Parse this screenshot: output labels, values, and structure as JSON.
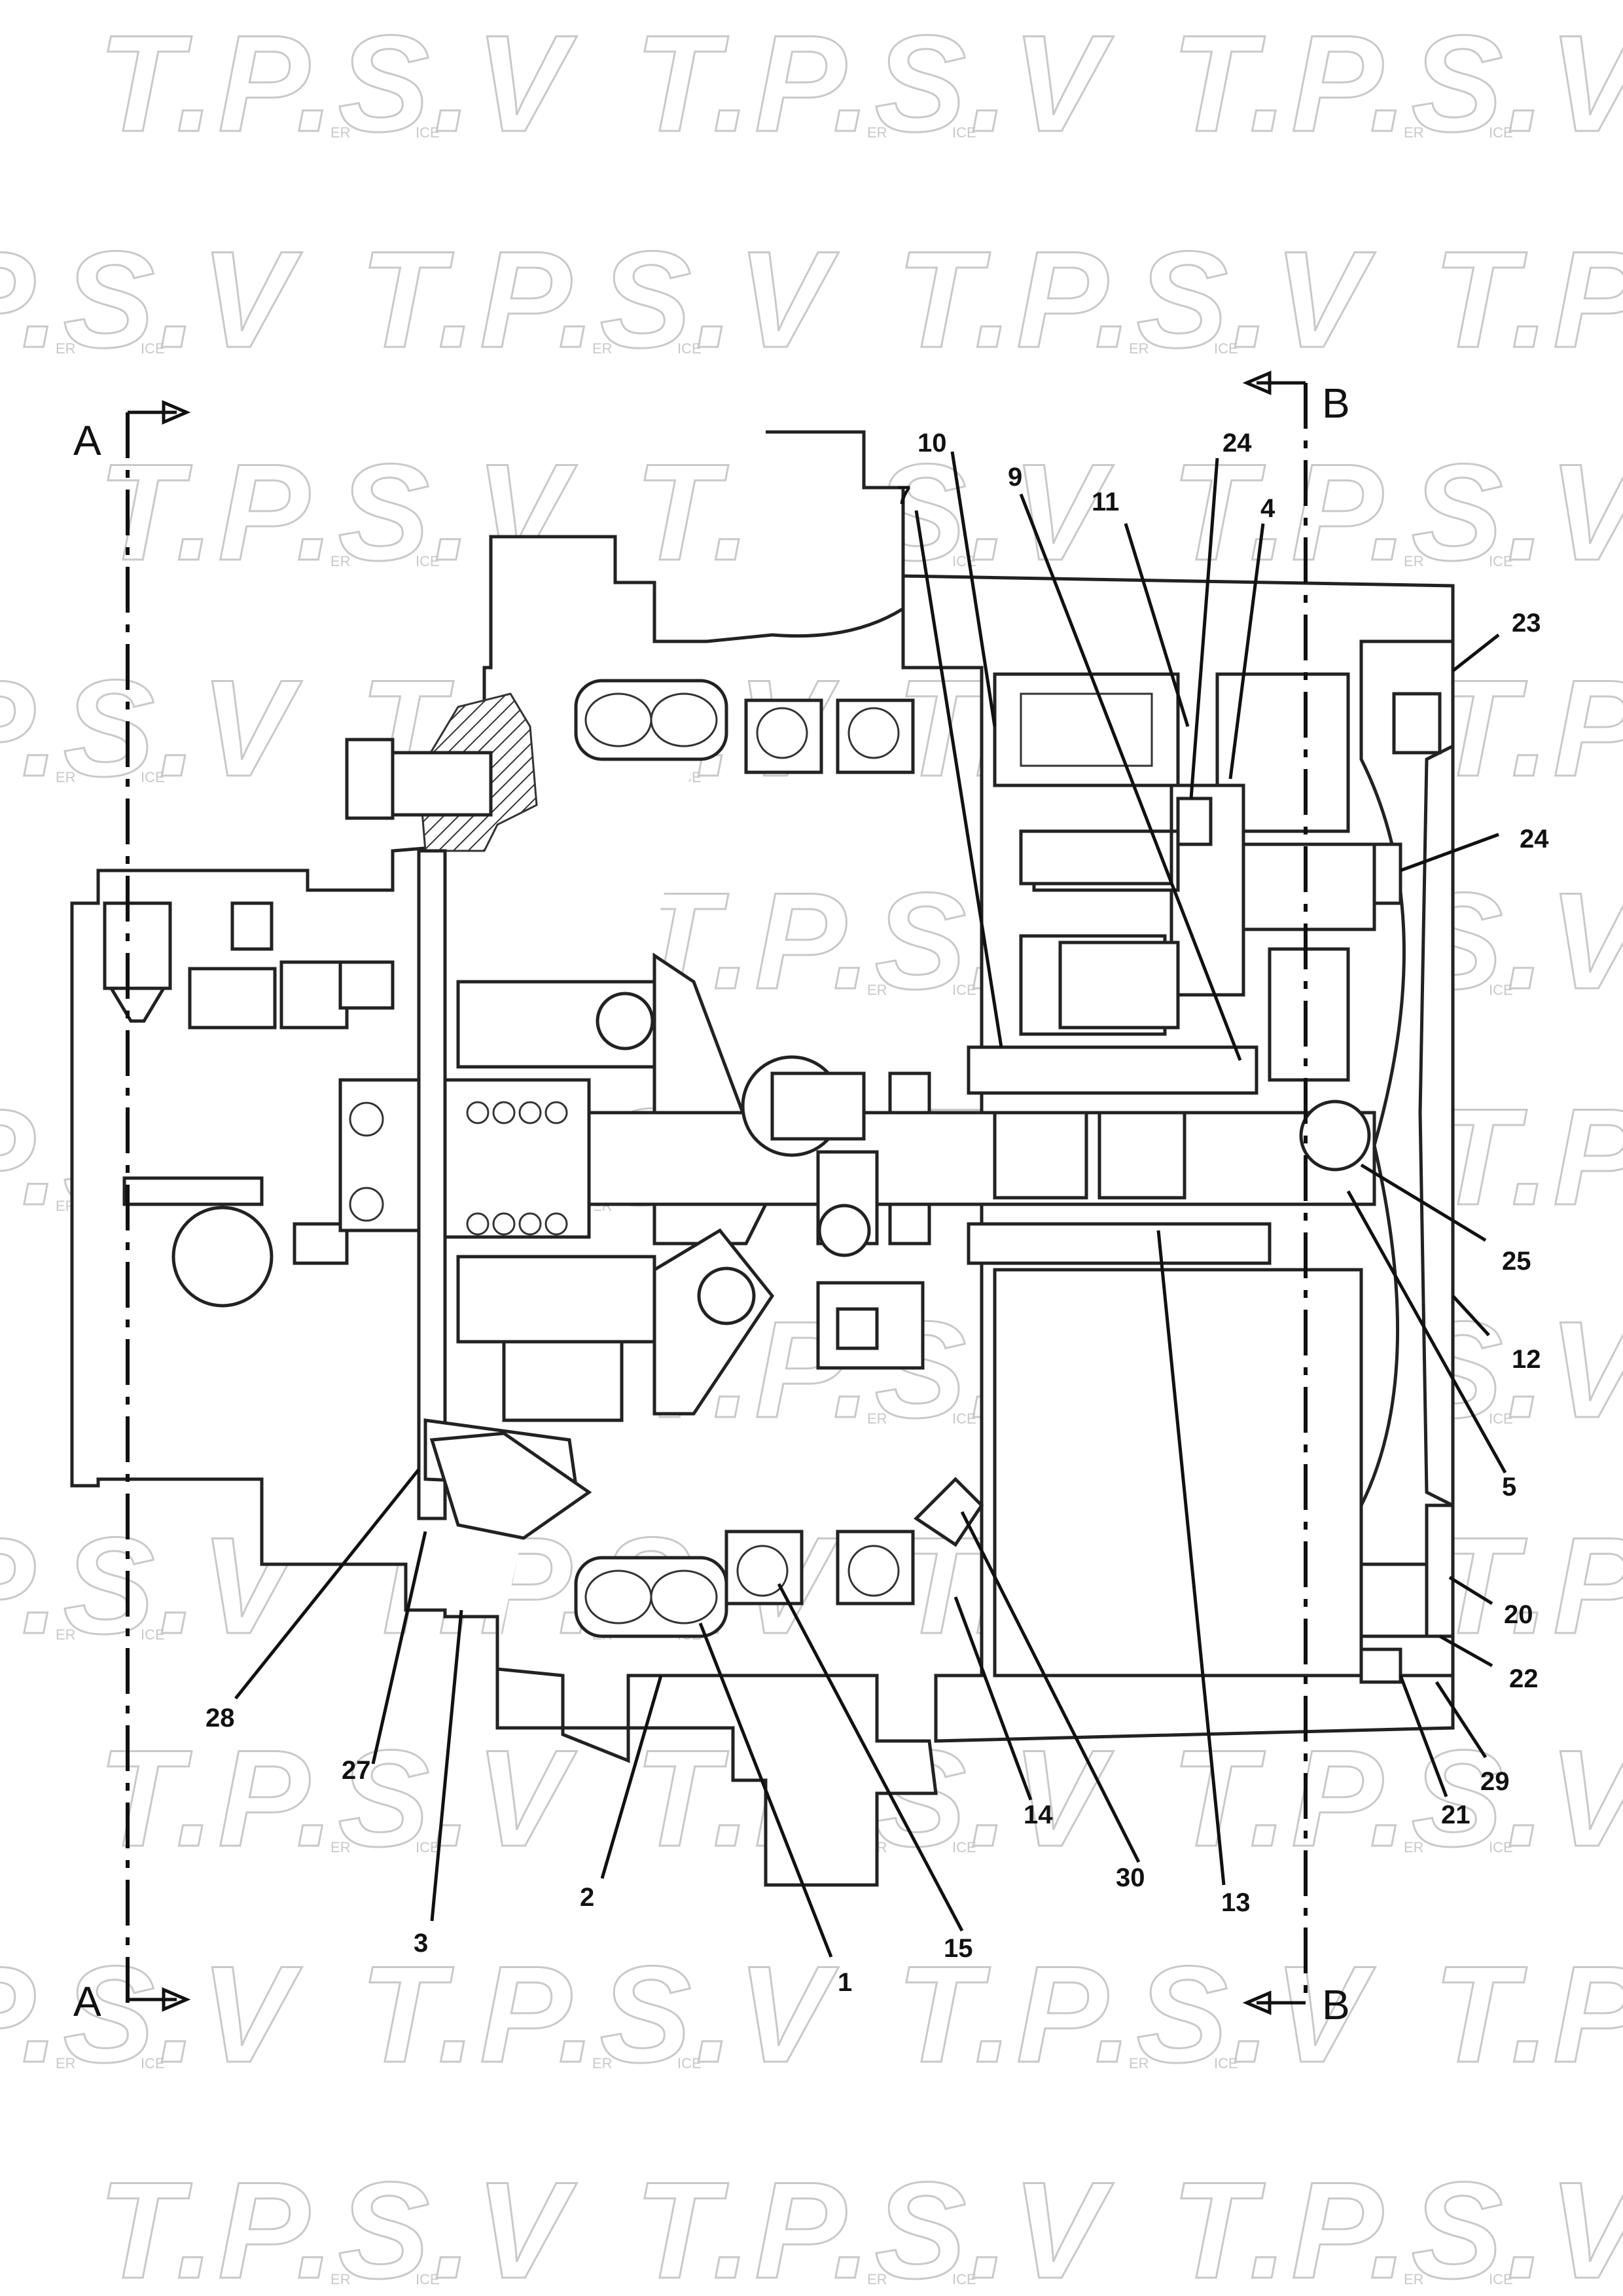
{
  "watermark": {
    "text": "T.P.S.V",
    "small_left": "ER",
    "small_right": "ICE"
  },
  "section_markers": [
    {
      "id": "A-top",
      "letter": "A"
    },
    {
      "id": "A-bottom",
      "letter": "A"
    },
    {
      "id": "B-top",
      "letter": "B"
    },
    {
      "id": "B-bottom",
      "letter": "B"
    }
  ],
  "callouts": [
    {
      "id": "c10",
      "label": "10"
    },
    {
      "id": "c7",
      "label": "7"
    },
    {
      "id": "c9",
      "label": "9"
    },
    {
      "id": "c11",
      "label": "11"
    },
    {
      "id": "c24a",
      "label": "24"
    },
    {
      "id": "c4",
      "label": "4"
    },
    {
      "id": "c23",
      "label": "23"
    },
    {
      "id": "c24b",
      "label": "24"
    },
    {
      "id": "c25",
      "label": "25"
    },
    {
      "id": "c12",
      "label": "12"
    },
    {
      "id": "c5",
      "label": "5"
    },
    {
      "id": "c20",
      "label": "20"
    },
    {
      "id": "c22",
      "label": "22"
    },
    {
      "id": "c29",
      "label": "29"
    },
    {
      "id": "c21",
      "label": "21"
    },
    {
      "id": "c13",
      "label": "13"
    },
    {
      "id": "c30",
      "label": "30"
    },
    {
      "id": "c14",
      "label": "14"
    },
    {
      "id": "c15",
      "label": "15"
    },
    {
      "id": "c1",
      "label": "1"
    },
    {
      "id": "c2",
      "label": "2"
    },
    {
      "id": "c3",
      "label": "3"
    },
    {
      "id": "c27",
      "label": "27"
    },
    {
      "id": "c28",
      "label": "28"
    }
  ]
}
